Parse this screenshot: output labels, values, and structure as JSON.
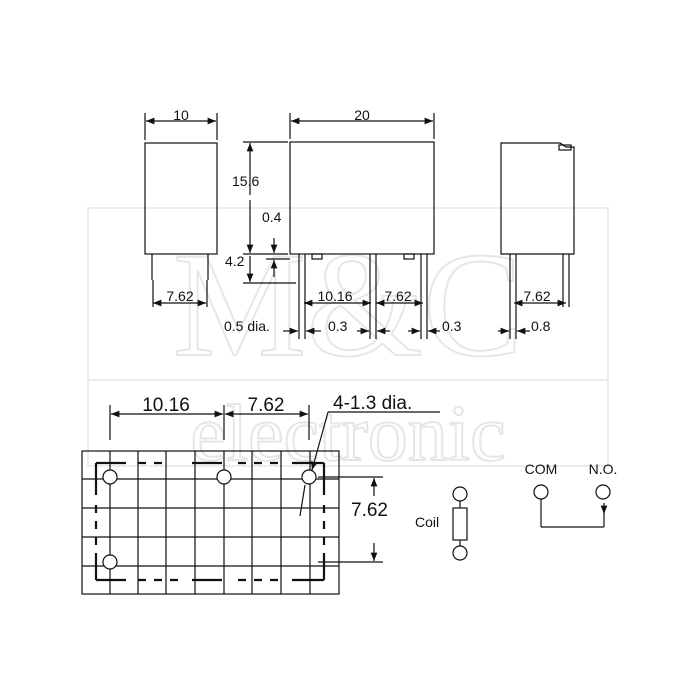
{
  "watermark": {
    "line1": "M&C",
    "line2": "electronic"
  },
  "top_views": {
    "front": {
      "width_label": "10",
      "pin_spacing_label": "7.62"
    },
    "side": {
      "width_label": "20",
      "height_label": "15.6",
      "standoff_label": "0.4",
      "pin_length_label": "4.2",
      "pin_spacing_1_label": "10.16",
      "pin_spacing_2_label": "7.62",
      "pin_dia_label": "0.5 dia.",
      "tol_1_label": "0.3",
      "tol_2_label": "0.3"
    },
    "end": {
      "pin_spacing_label": "7.62",
      "tol_label": "0.8"
    }
  },
  "pcb_layout": {
    "spacing_1_label": "10.16",
    "spacing_2_label": "7.62",
    "hole_label": "4-1.3 dia.",
    "vertical_spacing_label": "7.62"
  },
  "schematic": {
    "coil_label": "Coil",
    "com_label": "COM",
    "no_label": "N.O."
  },
  "colors": {
    "line": "#111111",
    "watermark": "#e6e6e6",
    "background": "#ffffff"
  }
}
